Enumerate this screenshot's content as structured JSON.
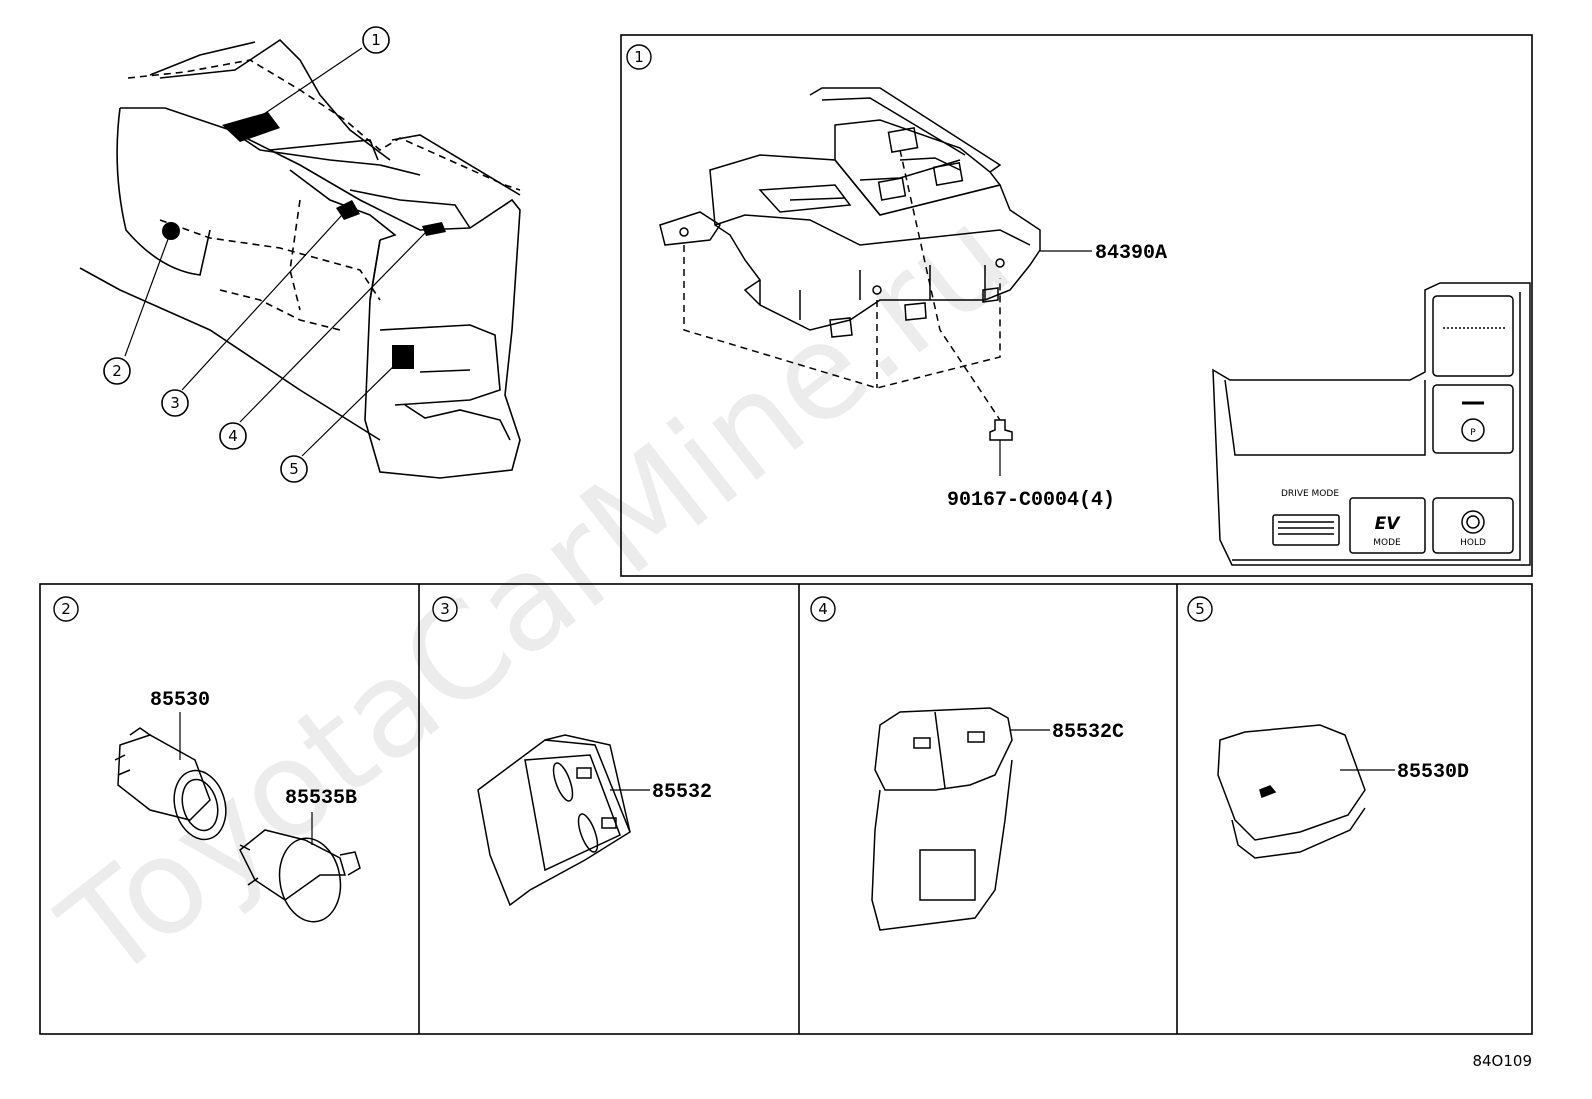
{
  "watermark": "ToyotaCarMine.ru",
  "figure_code": "84O109",
  "overview": {
    "callouts": [
      "1",
      "2",
      "3",
      "4",
      "5"
    ]
  },
  "panels": {
    "p1": {
      "index": "1",
      "part_main": "84390A",
      "part_screw": "90167-C0004(4)",
      "switch_labels": {
        "drive_mode": "DRIVE MODE",
        "ev": "EV",
        "mode": "MODE",
        "hold": "HOLD"
      }
    },
    "p2": {
      "index": "2",
      "part_a": "85530",
      "part_b": "85535B"
    },
    "p3": {
      "index": "3",
      "part": "85532"
    },
    "p4": {
      "index": "4",
      "part": "85532C"
    },
    "p5": {
      "index": "5",
      "part": "85530D"
    }
  }
}
